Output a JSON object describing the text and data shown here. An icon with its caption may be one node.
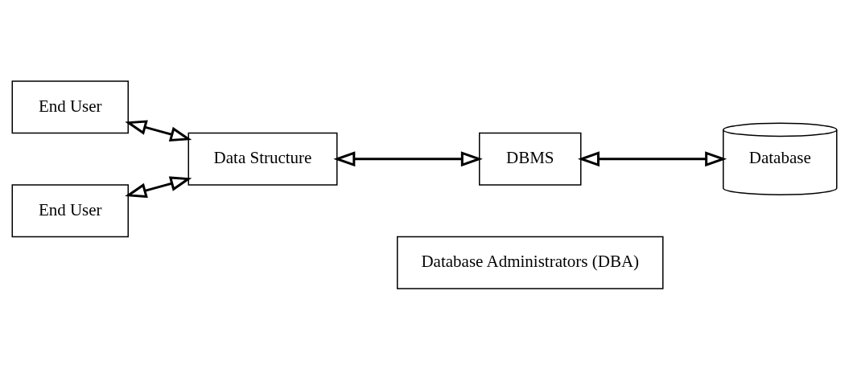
{
  "diagram": {
    "nodes": [
      {
        "text": [
          "End User"
        ]
      },
      {
        "text": [
          "Data Structure"
        ]
      },
      {
        "text": [
          "DBMS"
        ]
      },
      {
        "text": [
          "Database"
        ]
      },
      {
        "text": [
          "End User"
        ]
      },
      {
        "text": [
          "Database Administrators (DBA)"
        ]
      }
    ],
    "edges": [
      {
        "from": 0,
        "to": 1,
        "arrow": "both"
      },
      {
        "from": 1,
        "to": 2,
        "arrow": "both"
      },
      {
        "from": 2,
        "to": 3,
        "arrow": "both"
      },
      {
        "from": 4,
        "to": 1,
        "arrow": "both"
      }
    ]
  }
}
